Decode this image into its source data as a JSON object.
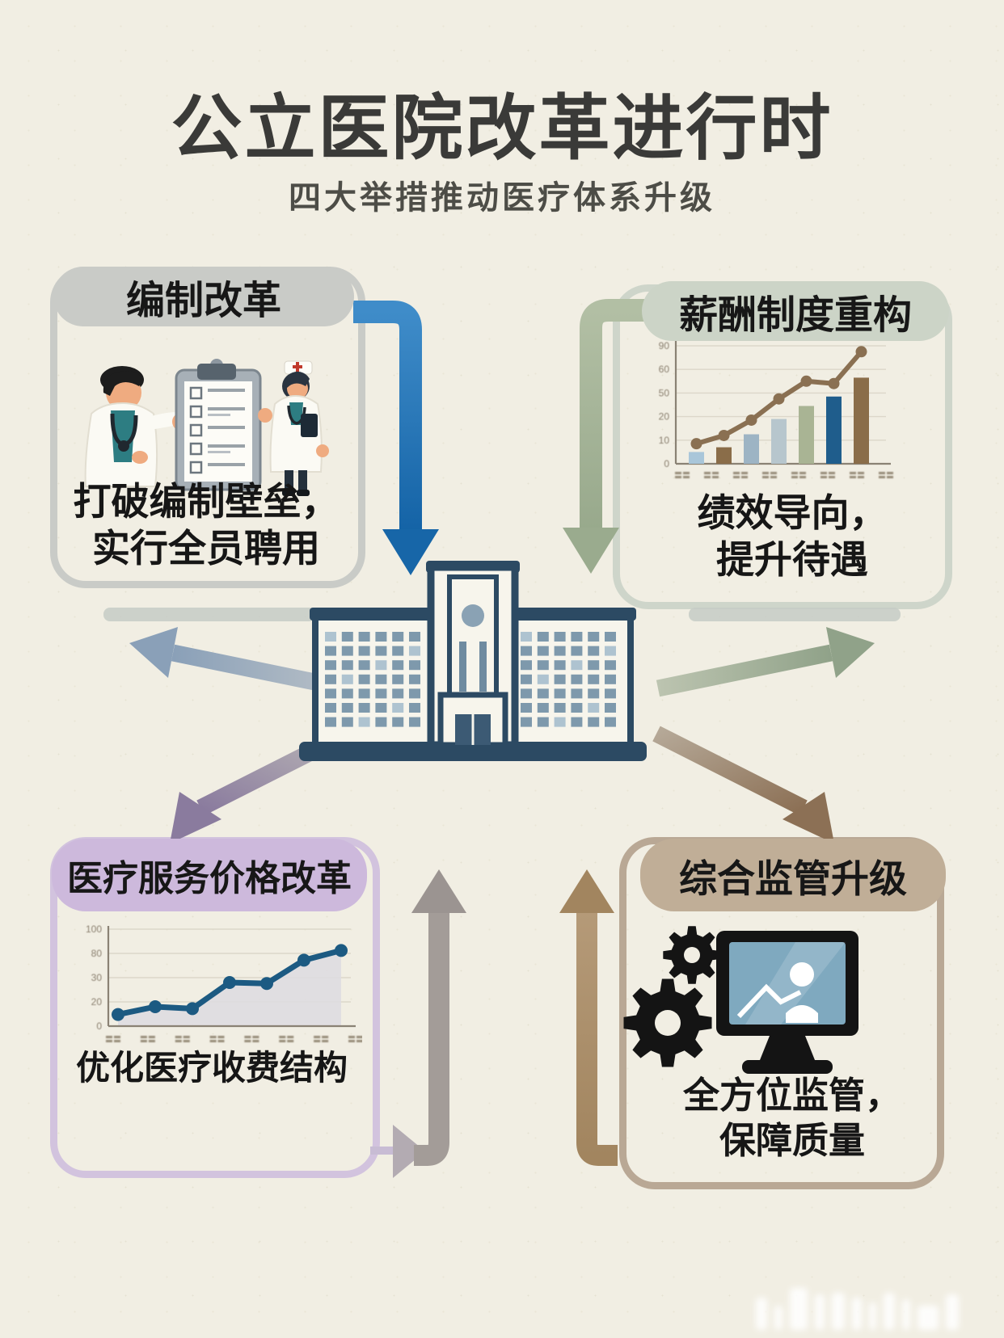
{
  "poster": {
    "title": "公立医院改革进行时",
    "subtitle": "四大举措推动医疗体系升级",
    "background_color": "#f1eee3",
    "title_color": "#3a3a38"
  },
  "sections": {
    "staffing": {
      "header": "编制改革",
      "caption": [
        "打破编制壁垒，",
        "实行全员聘用"
      ],
      "accent": "#c9cbc7",
      "border": "#c9cbc7",
      "arrow_color": "#2278bd"
    },
    "salary": {
      "header": "薪酬制度重构",
      "caption": [
        "绩效导向，",
        "提升待遇"
      ],
      "accent": "#ccd4c7",
      "border": "#ced5ca",
      "arrow_color": "#a9b79e"
    },
    "pricing": {
      "header": "医疗服务价格改革",
      "caption": [
        "优化医疗收费结构"
      ],
      "accent": "#cdb9dc",
      "border": "#d2c3de",
      "arrow_color": "#a29b98"
    },
    "supervision": {
      "header": "综合监管升级",
      "caption": [
        "全方位监管，",
        "保障质量"
      ],
      "accent": "#c0ae97",
      "border": "#b9a895",
      "arrow_color": "#a88c6b"
    }
  },
  "center": {
    "hospital_outline_color": "#2c4a63",
    "window_color": "#7e99ac"
  },
  "icons": {
    "hospital": "hospital-building-icon",
    "doctors": "doctors-checklist-illustration",
    "gears": "gears-icon",
    "monitor": "monitor-chart-icon"
  },
  "chart_data": [
    {
      "type": "bar",
      "subtype": "combo-bar-line",
      "title": "",
      "labels_legible": false,
      "x_labels": [
        "〓〓",
        "〓〓",
        "〓〓",
        "〓〓",
        "〓〓",
        "〓〓",
        "〓〓",
        "〓〓"
      ],
      "y_tick_labels": [
        "90",
        "60",
        "50",
        "20",
        "10",
        "0"
      ],
      "ylim": [
        0,
        100
      ],
      "grid": true,
      "bar_values": [
        10,
        14,
        25,
        38,
        49,
        57,
        73
      ],
      "bar_colors": [
        "#a9c6d9",
        "#8a6d49",
        "#9db4c4",
        "#b7c6cd",
        "#a9b494",
        "#1f5d8c",
        "#8a6d49"
      ],
      "line_values": [
        17,
        24,
        37,
        55,
        70,
        68,
        95
      ],
      "line_color": "#8a7052"
    },
    {
      "type": "line",
      "subtype": "line-area",
      "title": "",
      "labels_legible": false,
      "x_labels": [
        "〓〓",
        "〓〓",
        "〓〓",
        "〓〓",
        "〓〓",
        "〓〓",
        "〓〓",
        "〓〓"
      ],
      "y_tick_labels": [
        "100",
        "80",
        "30",
        "20",
        "0"
      ],
      "ylim": [
        0,
        100
      ],
      "grid": true,
      "values": [
        12,
        20,
        18,
        45,
        44,
        68,
        78
      ],
      "line_color": "#1c5a82",
      "area_color": "#dedce0"
    }
  ]
}
